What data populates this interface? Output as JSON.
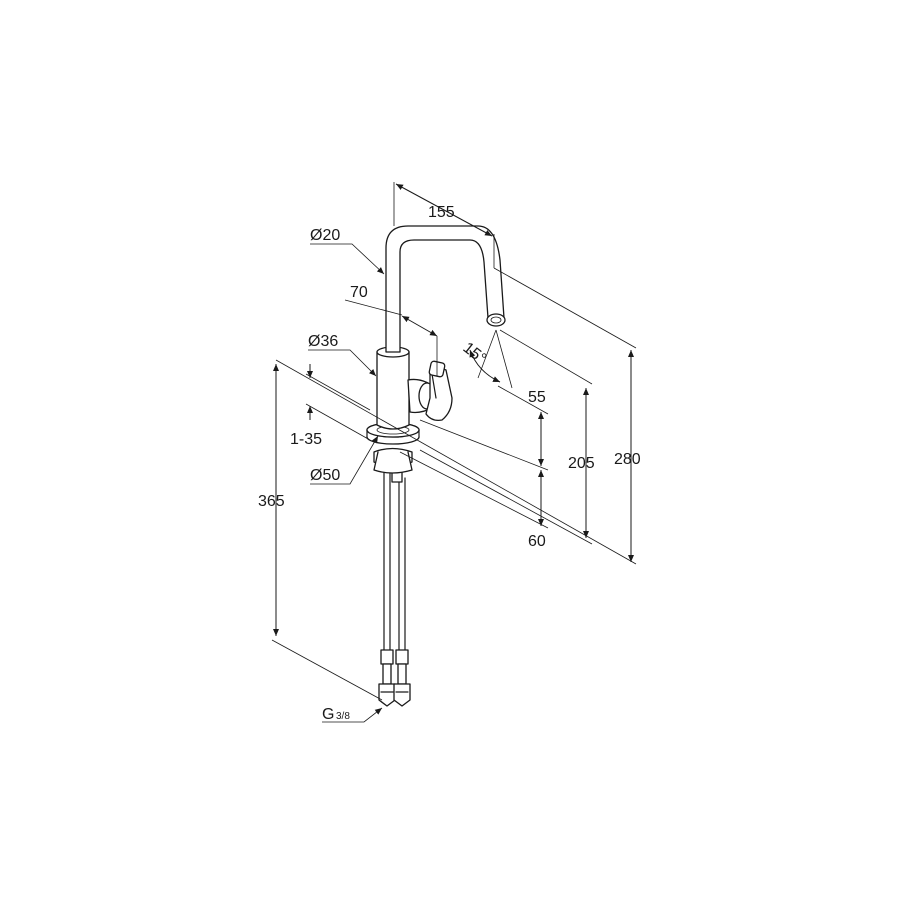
{
  "drawing": {
    "subject": "faucet",
    "labels": {
      "spout_reach": "155",
      "spout_diameter": "Ø20",
      "lever_offset": "70",
      "body_diameter": "Ø36",
      "spray_angle": "15°",
      "outlet_to_base": "55",
      "height_205": "205",
      "height_280": "280",
      "deck_thickness": "1-35",
      "base_diameter": "Ø50",
      "hose_length": "365",
      "base_to_deck": "60",
      "thread_main": "G",
      "thread_fraction": "3/8"
    }
  }
}
